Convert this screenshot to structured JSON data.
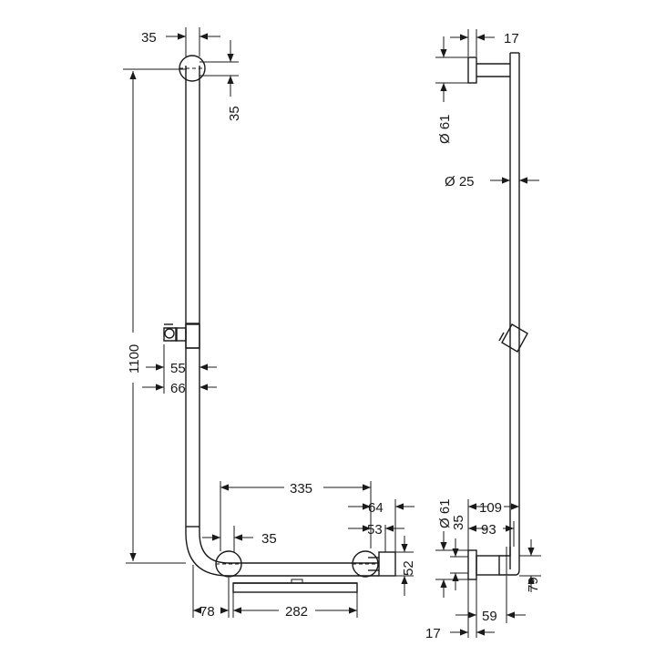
{
  "front_view": {
    "dim_top_offset": "35",
    "dim_top_vertical": "35",
    "dim_height": "1100",
    "dim_holder_55": "55",
    "dim_holder_66": "66",
    "dim_width_335": "335",
    "dim_64": "64",
    "dim_53": "53",
    "dim_35_inner": "35",
    "dim_52": "52",
    "dim_78": "78",
    "dim_282": "282"
  },
  "side_view": {
    "dim_17_top": "17",
    "dim_dia_61_top": "Ø 61",
    "dim_dia_25": "Ø 25",
    "dim_dia_61_bottom": "Ø 61",
    "dim_35": "35",
    "dim_109": "109",
    "dim_93": "93",
    "dim_79": "79",
    "dim_59": "59",
    "dim_17_bottom": "17"
  }
}
